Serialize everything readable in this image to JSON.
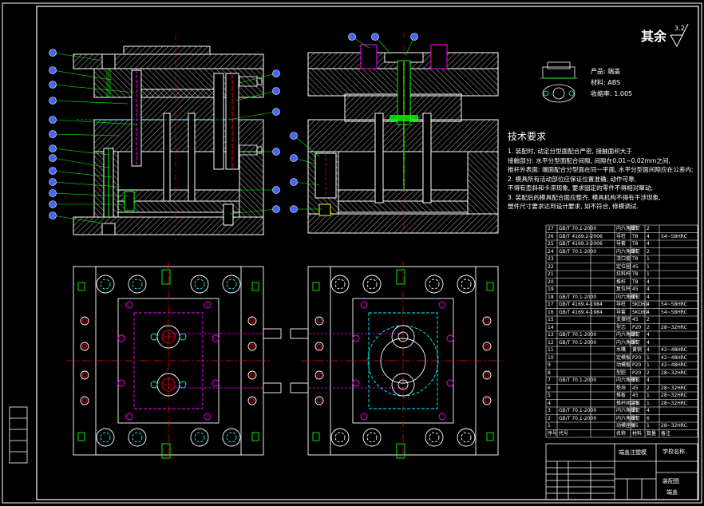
{
  "roughness": {
    "label": "其余",
    "value": "3.2"
  },
  "product": {
    "name": "产品: 端盖",
    "material": "材料: ABS",
    "shrink": "收缩率: 1.005"
  },
  "technical_requirements": {
    "title": "技术要求",
    "lines": [
      "1. 装配时, 动定分型面配合严密, 接触面积大于",
      "接触部分: 水平分型面配合间隙, 间隙在0.01~0.02mm之间,",
      "推杆外表面: 端面配合分型面在同一平面, 水平分型面间隙应在公差内;",
      "2. 模具所有活动部位应保证位置准确, 动作可靠,",
      "不得有歪斜和卡滞现象, 要求固定的零件不得相对窜动;",
      "3. 装配后的模具配合面应整齐, 模具机构不得有干涉现象,",
      "塑件尺寸要求达到设计要求, 如不符合, 修模调试."
    ]
  },
  "bom": {
    "rows": [
      [
        "27",
        "GB/T 70.1-2000",
        "内六角螺钉",
        "35",
        "2",
        ""
      ],
      [
        "26",
        "GB/T 4169.2-2006",
        "导柱",
        "T8",
        "4",
        "54~58HRC"
      ],
      [
        "25",
        "GB/T 4169.3-2006",
        "导套",
        "T8",
        "4",
        ""
      ],
      [
        "24",
        "GB/T 70.1-2000",
        "内六角螺钉",
        "35",
        "2",
        ""
      ],
      [
        "23",
        "",
        "浇口套",
        "T8",
        "1",
        ""
      ],
      [
        "22",
        "",
        "定位圈",
        "45",
        "1",
        ""
      ],
      [
        "21",
        "",
        "拉料杆",
        "T8",
        "1",
        ""
      ],
      [
        "20",
        "",
        "推杆",
        "T8",
        "4",
        ""
      ],
      [
        "19",
        "",
        "复位杆",
        "45",
        "4",
        ""
      ],
      [
        "18",
        "GB/T 70.1-2000",
        "内六角螺钉",
        "35",
        "4",
        ""
      ],
      [
        "17",
        "GB/T 4169.4-1984",
        "导柱",
        "SKD61",
        "4",
        "54~58HRC"
      ],
      [
        "16",
        "GB/T 4169.4-1984",
        "导套",
        "SKD61",
        "4",
        "54~58HRC"
      ],
      [
        "15",
        "",
        "支撑柱",
        "45",
        "2",
        ""
      ],
      [
        "14",
        "",
        "型芯",
        "P20",
        "2",
        "28~32HRC"
      ],
      [
        "13",
        "GB/T 70.1-2000",
        "内六角螺钉",
        "35",
        "4",
        ""
      ],
      [
        "12",
        "GB/T 70.1-2000",
        "内六角螺钉",
        "35",
        "4",
        ""
      ],
      [
        "11",
        "",
        "水嘴",
        "黄铜",
        "4",
        "42~48HRC"
      ],
      [
        "10",
        "",
        "定模板",
        "P20",
        "1",
        "42~48HRC"
      ],
      [
        "9",
        "",
        "动模板",
        "P20",
        "1",
        "42~48HRC"
      ],
      [
        "8",
        "",
        "型腔",
        "P20",
        "2",
        "28~32HRC"
      ],
      [
        "7",
        "GB/T 70.1-2000",
        "内六角螺钉",
        "35",
        "4",
        ""
      ],
      [
        "6",
        "",
        "垫块",
        "45",
        "2",
        "28~32HRC"
      ],
      [
        "5",
        "",
        "推板",
        "45",
        "1",
        "28~32HRC"
      ],
      [
        "4",
        "",
        "推杆固定板",
        "45",
        "1",
        "28~32HRC"
      ],
      [
        "3",
        "GB/T 70.1-2000",
        "内六角螺钉",
        "35",
        "4",
        ""
      ],
      [
        "2",
        "GB/T 70.1-2000",
        "内六角螺钉",
        "35",
        "6",
        ""
      ],
      [
        "1",
        "",
        "动模座板",
        "45",
        "1",
        "28~32HRC"
      ]
    ],
    "header": [
      "序号",
      "代号",
      "名称",
      "材料",
      "数量",
      "备注"
    ]
  },
  "title_block": {
    "drawing_no": "端盖注塑模",
    "school": "学校名称",
    "title": "装配图",
    "part": "端盖"
  },
  "colors": {
    "background": "#000000",
    "line": "#ffffff",
    "hatch": "#ffffff",
    "cyan": "#00ffff",
    "magenta": "#ff00ff",
    "red": "#ff0000",
    "green": "#00ff00",
    "yellow": "#ffff00",
    "blue": "#4466ff"
  }
}
